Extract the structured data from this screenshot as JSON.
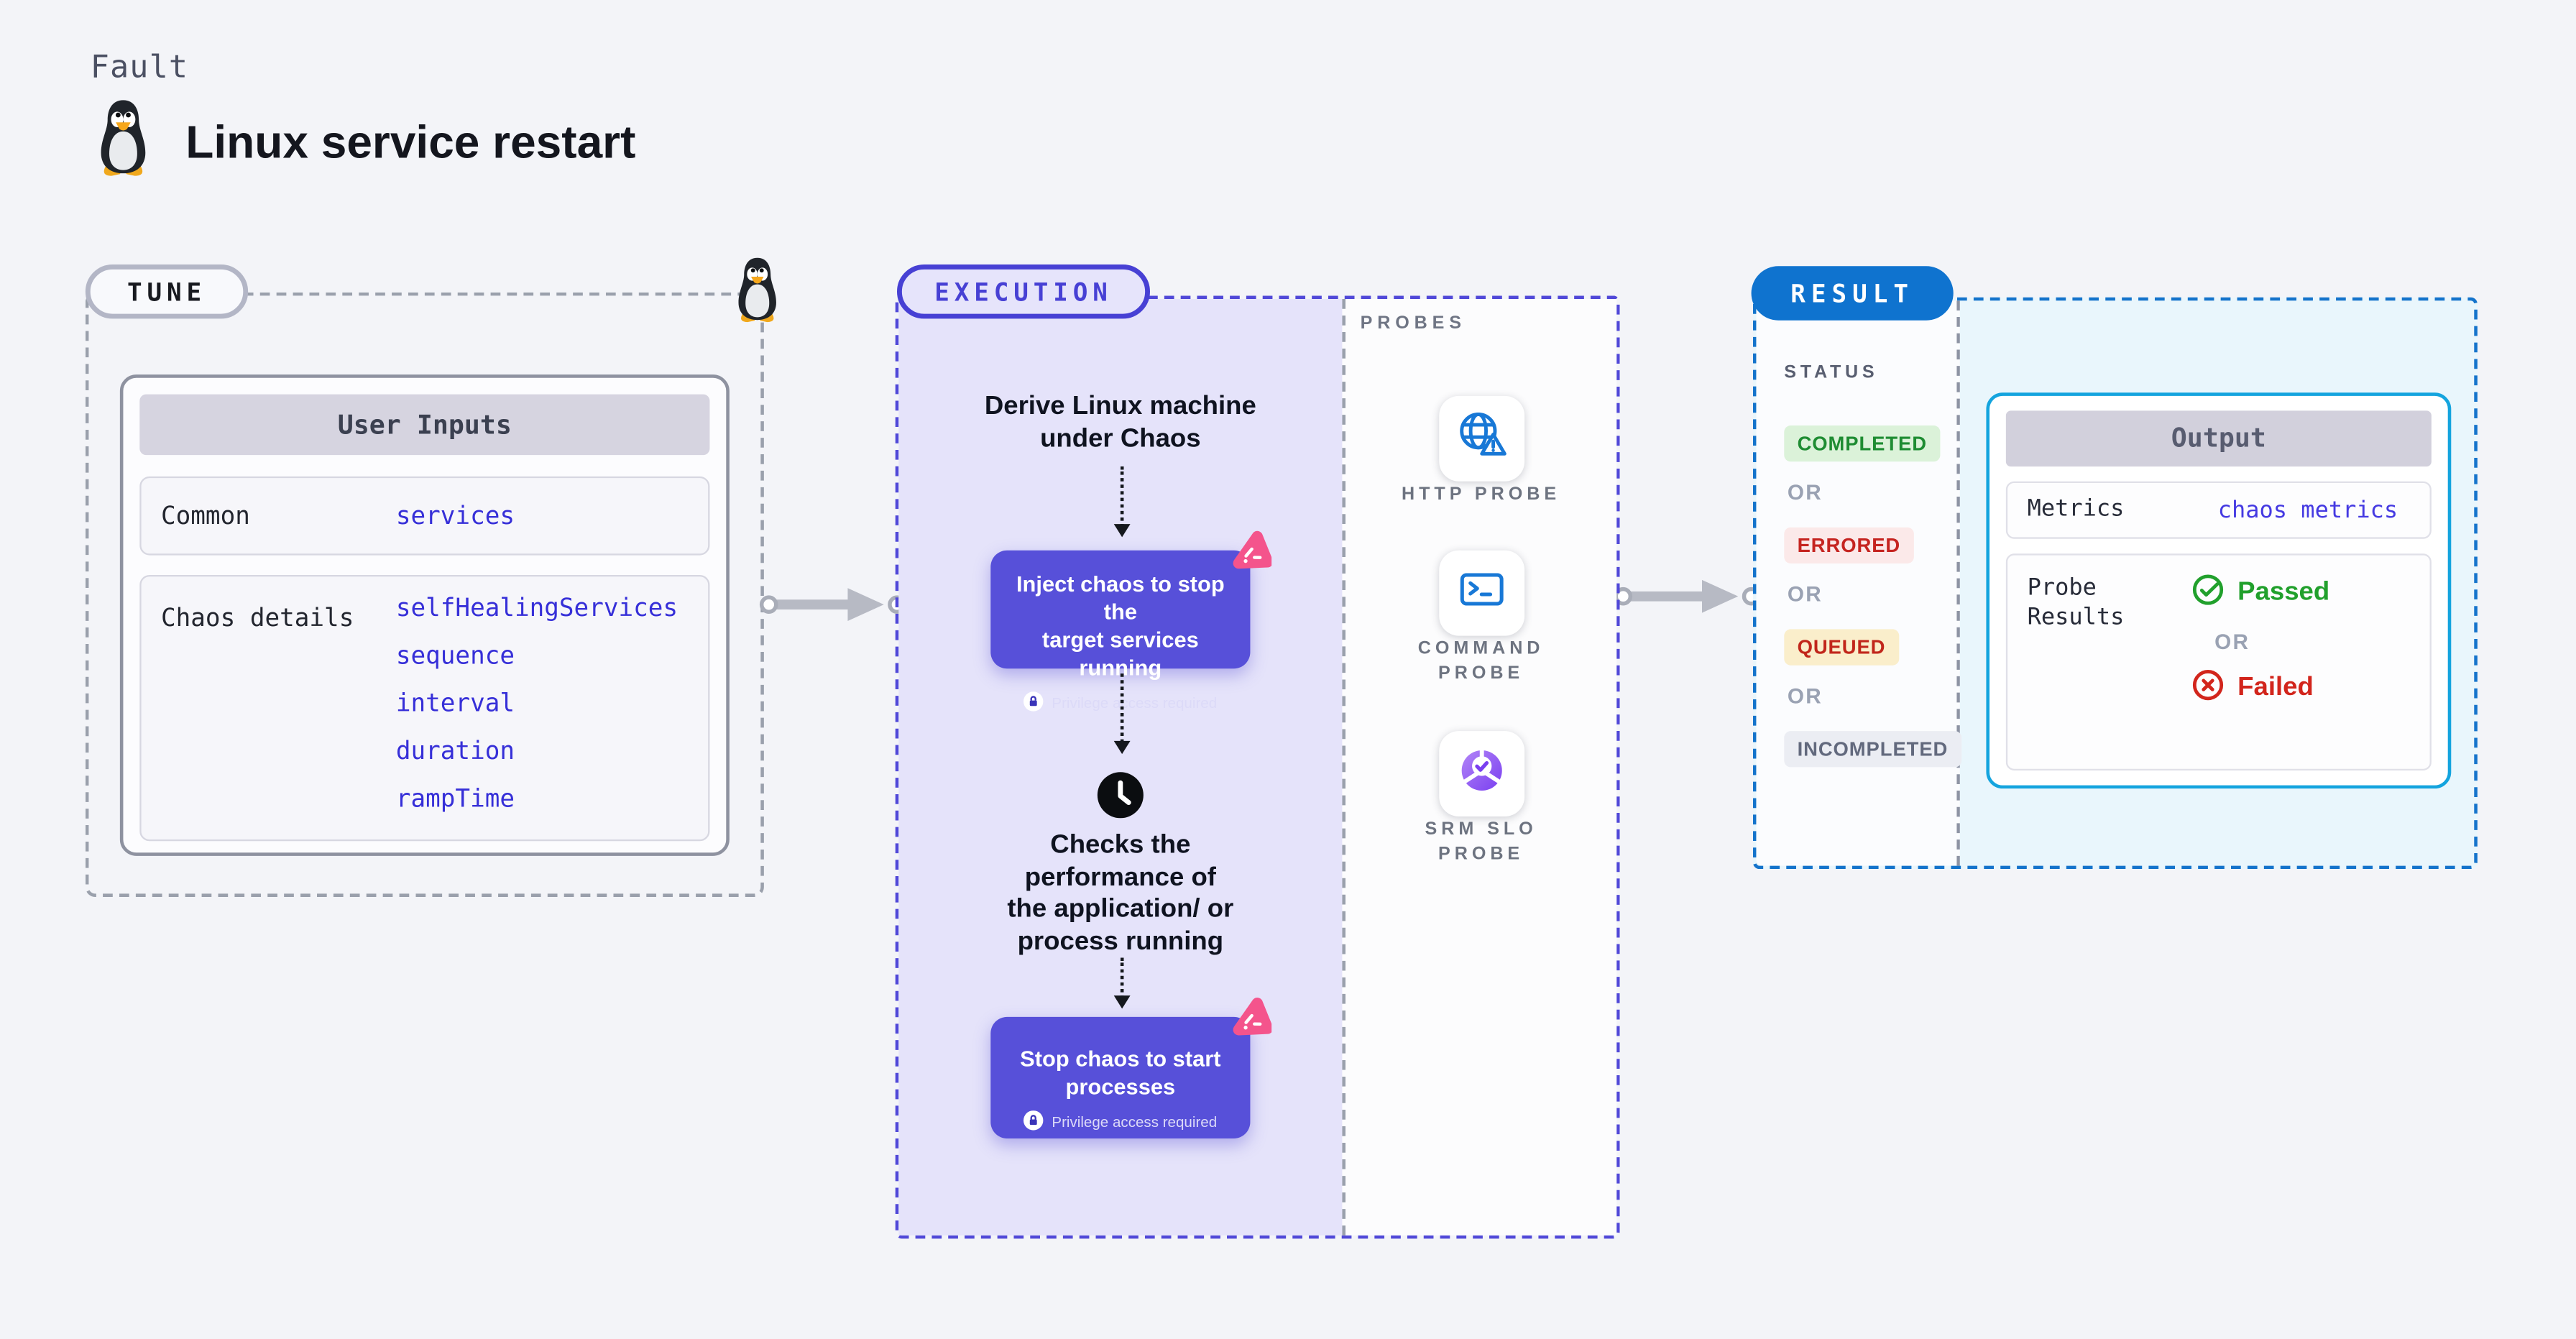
{
  "header": {
    "eyebrow": "Fault",
    "title": "Linux service restart"
  },
  "icons": {
    "penguin": "tux-penguin-icon",
    "chaos": "chaos-spark-icon",
    "lock": "padlock-icon",
    "clock": "clock-icon",
    "http_probe": "globe-warning-icon",
    "command_probe": "terminal-icon",
    "srm_slo_probe": "slo-donut-check-icon",
    "passed": "check-circle-icon",
    "failed": "x-circle-icon"
  },
  "tune": {
    "badge": "TUNE",
    "user_inputs": {
      "header": "User Inputs",
      "rows": [
        {
          "label": "Common",
          "values": [
            "services"
          ]
        },
        {
          "label": "Chaos details",
          "values": [
            "selfHealingServices",
            "sequence",
            "interval",
            "duration",
            "rampTime"
          ]
        }
      ]
    }
  },
  "execution": {
    "badge": "EXECUTION",
    "step_derive": "Derive Linux machine\nunder Chaos",
    "inject_button": {
      "label": "Inject chaos to stop the\ntarget services running",
      "note": "Privilege access required"
    },
    "step_checks": "Checks the\nperformance of\nthe application/ or\nprocess running",
    "stop_button": {
      "label": "Stop chaos to start\nprocesses",
      "note": "Privilege access required"
    }
  },
  "probes": {
    "label": "PROBES",
    "items": [
      {
        "name": "HTTP PROBE",
        "icon": "globe-warning-icon"
      },
      {
        "name": "COMMAND\nPROBE",
        "icon": "terminal-icon"
      },
      {
        "name": "SRM SLO\nPROBE",
        "icon": "slo-donut-check-icon"
      }
    ]
  },
  "result": {
    "badge": "RESULT",
    "status_label": "STATUS",
    "or_label": "OR",
    "statuses": [
      {
        "label": "COMPLETED",
        "text_color": "#1e8c32",
        "bg_color": "#dbf2d9"
      },
      {
        "label": "ERRORED",
        "text_color": "#c52420",
        "bg_color": "#fbe9e9"
      },
      {
        "label": "QUEUED",
        "text_color": "#c1261b",
        "bg_color": "#faeecb"
      },
      {
        "label": "INCOMPLETED",
        "text_color": "#62697d",
        "bg_color": "#ebedf3"
      }
    ],
    "output": {
      "header": "Output",
      "metrics_label": "Metrics",
      "metrics_value": "chaos metrics",
      "probe_results_label": "Probe Results",
      "passed_label": "Passed",
      "failed_label": "Failed"
    }
  },
  "colors": {
    "page_bg": "#f3f4f8",
    "indigo": "#5048d8",
    "indigo_deep": "#4740d4",
    "exec_bg": "#e5e3fa",
    "button_bg": "#5750d9",
    "pink": "#f4548c",
    "blue_badge": "#0f73cf",
    "result_border": "#1473cb",
    "result_bg": "#e9f6fc",
    "cyan_border": "#14a4de",
    "link_blue": "#362fd8",
    "value_blue": "#453ae2",
    "green": "#21a02c",
    "red": "#d2251c",
    "gray_dash": "#9aa0ac",
    "arrow_gray": "#b7bac4",
    "probe_icon_blue": "#1878d6",
    "or_gray": "#9aa2b3"
  }
}
